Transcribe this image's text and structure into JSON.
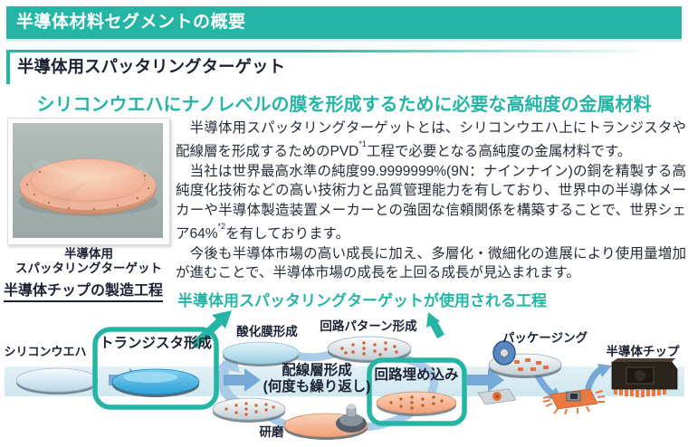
{
  "header": {
    "title": "半導体材料セグメントの概要"
  },
  "section": {
    "title": "半導体用スパッタリングターゲット"
  },
  "lead": {
    "headline": "シリコンウエハにナノレベルの膜を形成するために必要な高純度の金属材料"
  },
  "photo": {
    "caption_line1": "半導体用",
    "caption_line2": "スパッタリングターゲット"
  },
  "body": {
    "p1_pre": "　半導体用スパッタリングターゲットとは、シリコンウエハ上にトランジスタや配線層を形成するためのPVD",
    "p1_sup": "*1",
    "p1_post": "工程で必要となる高純度の金属材料です。",
    "p2_pre": "　当社は世界最高水準の純度99.9999999%(9N：ナインナイン)の銅を精製する高純度化技術などの高い技術力と品質管理能力を有しており、世界中の半導体メーカーや半導体製造装置メーカーとの強固な信頼関係を構築することで、世界シェア64%",
    "p2_sup": "*2",
    "p2_post": "を有しております。",
    "p3": "　今後も半導体市場の高い成長に加え、多層化・微細化の進展により使用量増加が進むことで、半導体市場の成長を上回る成長が見込まれます。"
  },
  "process": {
    "title": "半導体チップの製造工程",
    "highlight_caption": "半導体用スパッタリングターゲットが使用される工程",
    "steps": {
      "silicon_wafer": "シリコンウエハ",
      "transistor": "トランジスタ形成",
      "oxide_film": "酸化膜形成",
      "circuit_pattern": "回路パターン形成",
      "wiring_layer_line1": "配線層形成",
      "wiring_layer_line2": "(何度も繰り返し)",
      "circuit_embed": "回路埋め込み",
      "polishing": "研磨",
      "packaging": "パッケージング",
      "chip": "半導体チップ"
    }
  },
  "colors": {
    "accent_teal": "#25b5a5",
    "band_blue": "#d9edf2",
    "arrow_blue": "#76a9d8",
    "loop_arrow_blue": "#aacbe7",
    "text_dark": "#1c2233",
    "copper": "#f0ae90"
  }
}
